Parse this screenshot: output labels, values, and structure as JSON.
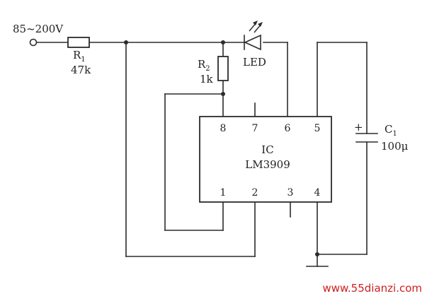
{
  "source": {
    "label": "85~200V"
  },
  "r1": {
    "name": "R",
    "sub": "1",
    "value": "47k"
  },
  "r2": {
    "name": "R",
    "sub": "2",
    "value": "1k"
  },
  "led": {
    "label": "LED"
  },
  "c1": {
    "name": "C",
    "sub": "1",
    "value": "100μ"
  },
  "ic": {
    "title": "IC",
    "part": "LM3909",
    "pins_top": [
      "8",
      "7",
      "6",
      "5"
    ],
    "pins_bottom": [
      "1",
      "2",
      "3",
      "4"
    ]
  },
  "watermark": {
    "text": "www.55dianzi.com",
    "color": "#cc1f1f"
  }
}
